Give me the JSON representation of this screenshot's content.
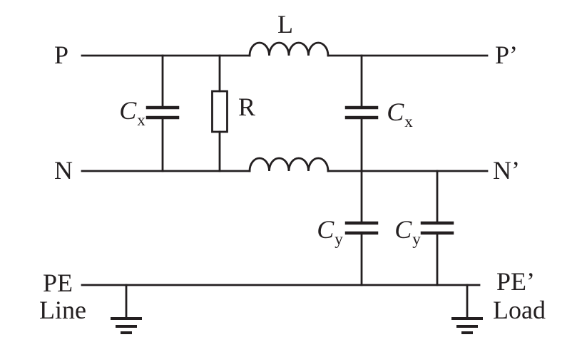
{
  "figure": {
    "type": "circuit-schematic",
    "description": "EMI line filter schematic between Line and Load",
    "background_color": "#ffffff",
    "line_color": "#231f20",
    "labels": {
      "p": "P",
      "n": "N",
      "pe": "PE",
      "line": "Line",
      "p_prime": "P’",
      "n_prime": "N’",
      "pe_prime": "PE’",
      "load": "Load",
      "inductor": "L",
      "resistor": "R",
      "cap_x": {
        "symbol": "C",
        "subscript": "x"
      },
      "cap_y": {
        "symbol": "C",
        "subscript": "y"
      }
    }
  }
}
